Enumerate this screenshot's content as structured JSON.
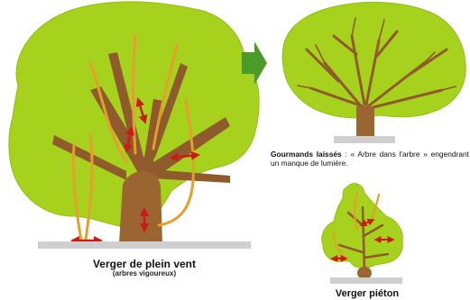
{
  "captions": {
    "big_tree_title": "Verger de plein vent",
    "big_tree_subtitle": "(arbres vigoureux)",
    "gourmands_lead": "Gourmands laissés",
    "gourmands_text": " : « Arbre dans l'arbre » engendrant un manque de lumière.",
    "pedestrian_title": "Verger piéton"
  },
  "colors": {
    "foliage": "#a6d21e",
    "foliage_edge": "#8fbf12",
    "trunk": "#9a6530",
    "branch": "#8f5a2c",
    "shoot": "#e3a02e",
    "arrow_red": "#cc1a14",
    "arrow_green": "#4c9a2a",
    "ground": "#cfcfcf"
  }
}
